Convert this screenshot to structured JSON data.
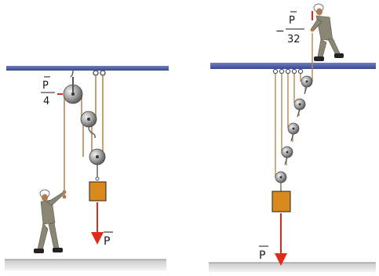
{
  "left_panel": {
    "pulley_count": 3,
    "force_label": {
      "numerator": "P",
      "denominator": "4"
    },
    "load_label": "P"
  },
  "right_panel": {
    "pulley_count": 5,
    "force_label": {
      "sign": "−",
      "numerator": "P",
      "denominator": "32"
    },
    "load_label": "P"
  },
  "colors": {
    "ceiling": "#4a5a9e",
    "pulley": "#8a8a8a",
    "rope": "#b58a55",
    "load": "#d98a1e",
    "arrow": "#e02a1a",
    "ground": "#9a9a9a"
  },
  "icons": [
    "pulley-icon",
    "hook-icon",
    "worker-icon",
    "load-icon",
    "force-arrow-icon"
  ]
}
